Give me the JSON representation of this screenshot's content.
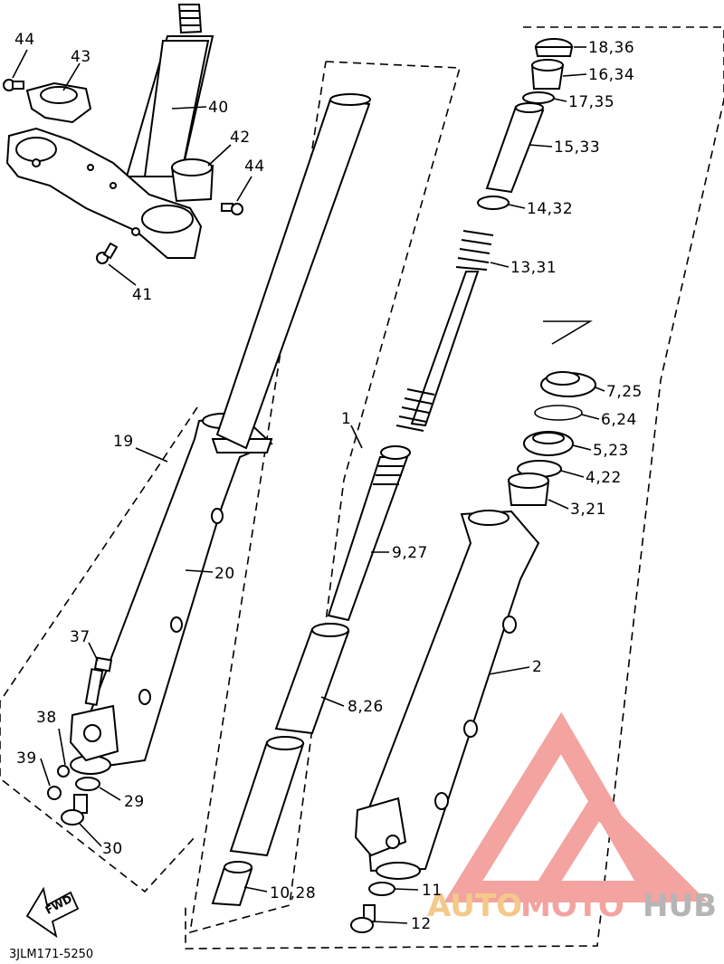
{
  "diagram": {
    "drawing_code": "3JLM171-5250",
    "direction_label": "FWD",
    "callouts": {
      "c44a": "44",
      "c43": "43",
      "c40": "40",
      "c42": "42",
      "c44b": "44",
      "c41": "41",
      "c19": "19",
      "c20": "20",
      "c37": "37",
      "c38": "38",
      "c39": "39",
      "c29": "29",
      "c30": "30",
      "c1": "1",
      "c9_27": "9,27",
      "c8_26": "8,26",
      "c10_28": "10,28",
      "c18_36": "18,36",
      "c16_34": "16,34",
      "c17_35": "17,35",
      "c15_33": "15,33",
      "c14_32": "14,32",
      "c13_31": "13,31",
      "c7_25": "7,25",
      "c6_24": "6,24",
      "c5_23": "5,23",
      "c4_22": "4,22",
      "c3_21": "3,21",
      "c2": "2",
      "c11": "11",
      "c12": "12"
    }
  },
  "watermark": {
    "text_a": "AUTO",
    "text_b": "MOTO",
    "text_c": "HUB",
    "colors": {
      "logo": "#f3a3a0",
      "auto": "#f5c98a",
      "moto": "#f3a3a0",
      "hub": "#b5b5b5"
    }
  }
}
